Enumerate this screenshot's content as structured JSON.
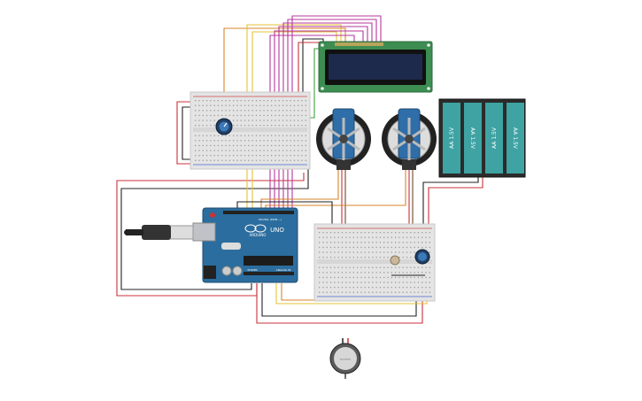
{
  "canvas": {
    "background": "#ffffff"
  },
  "arduino": {
    "logo_text": "ARDUINO",
    "model_text": "UNO",
    "digital_label": "DIGITAL (PWM ~)",
    "power_label": "POWER",
    "analog_label": "ANALOG IN",
    "board_color": "#2b6d9e"
  },
  "battery_pack": {
    "cells": [
      "AA 1.5V",
      "AA 1.5V",
      "AA 1.5V",
      "AA 1.5V"
    ],
    "cell_color": "#3fa3a3"
  },
  "lcd": {
    "board_color": "#3d8d52",
    "screen_color": "#1e2a4c"
  },
  "piezo": {
    "label": "BUZZER"
  },
  "wire_colors": {
    "red": "#c8313b",
    "black": "#222222",
    "yellow": "#e6c234",
    "orange": "#d7852a",
    "magenta": "#b6379b",
    "green": "#3d9e3d",
    "brown": "#6e4722"
  }
}
